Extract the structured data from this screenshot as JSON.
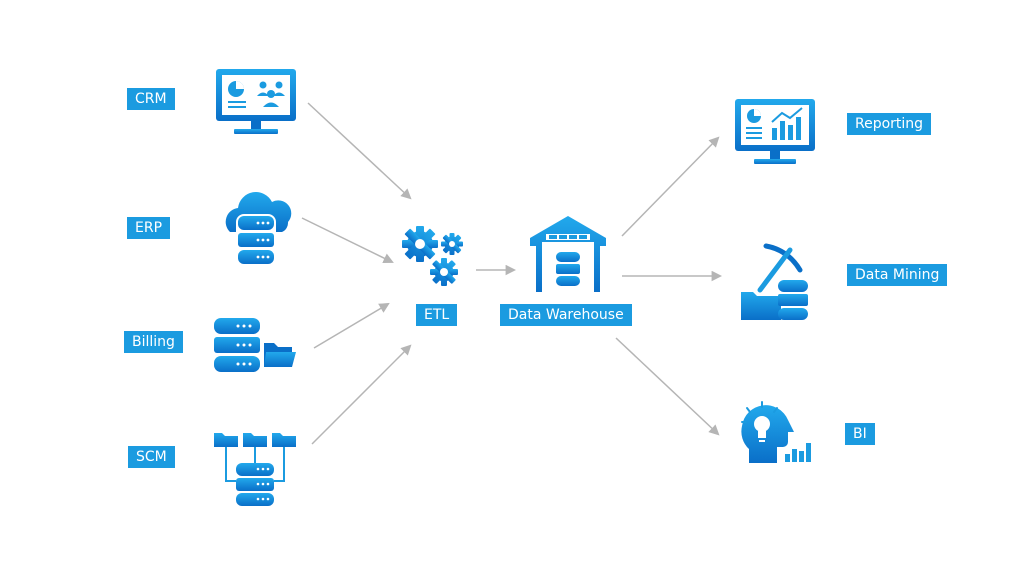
{
  "sources": [
    {
      "id": "crm",
      "label": "CRM",
      "icon": "crm-monitor-icon"
    },
    {
      "id": "erp",
      "label": "ERP",
      "icon": "cloud-database-icon"
    },
    {
      "id": "billing",
      "label": "Billing",
      "icon": "database-folder-icon"
    },
    {
      "id": "scm",
      "label": "SCM",
      "icon": "folders-database-network-icon"
    }
  ],
  "etl": {
    "label": "ETL",
    "icon": "gears-icon"
  },
  "warehouse": {
    "label": "Data Warehouse",
    "icon": "warehouse-database-icon"
  },
  "outputs": [
    {
      "id": "reporting",
      "label": "Reporting",
      "icon": "monitor-chart-icon"
    },
    {
      "id": "mining",
      "label": "Data Mining",
      "icon": "pickaxe-database-icon"
    },
    {
      "id": "bi",
      "label": "BI",
      "icon": "head-lightbulb-icon"
    }
  ],
  "colors": {
    "accent": "#1b9be0",
    "accent_dark": "#0a6fc8",
    "arrow": "#b5b5b5"
  }
}
